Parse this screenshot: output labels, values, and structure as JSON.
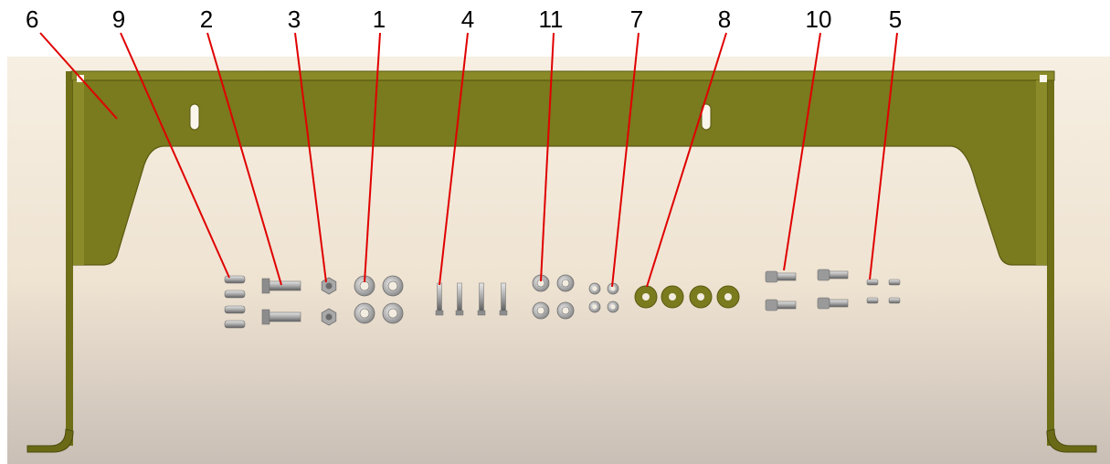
{
  "colors": {
    "bracket": "#7a7a1e",
    "bracket_dark": "#5a5a12",
    "leader": "#e00000",
    "steel": "#b8b8b8",
    "steel_dark": "#6e6e6e"
  },
  "callouts": {
    "n1": "1",
    "n2": "2",
    "n3": "3",
    "n4": "4",
    "n5": "5",
    "n6": "6",
    "n7": "7",
    "n8": "8",
    "n9": "9",
    "n10": "10",
    "n11": "11"
  }
}
